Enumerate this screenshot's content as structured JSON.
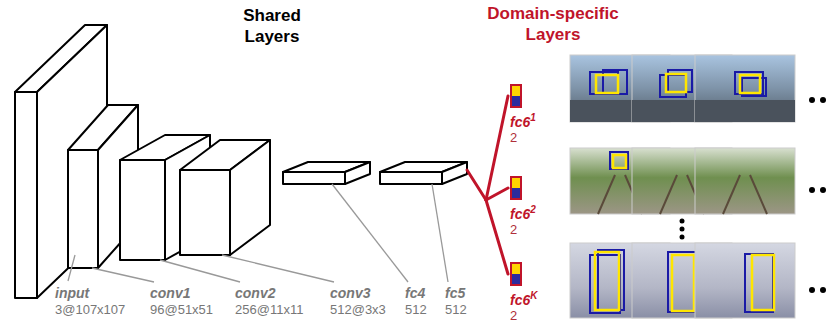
{
  "diagram": {
    "nodes": [
      {
        "text": [
          "fc6",
          "1",
          "2"
        ]
      },
      {
        "text": [
          "fc6",
          "2",
          "2"
        ]
      },
      {
        "text": [
          "fc6",
          "K",
          "2"
        ]
      }
    ],
    "labels": [
      "Shared Layers",
      "Domain-specific Layers",
      "input",
      "3@107x107",
      "conv1",
      "96@51x51",
      "conv2",
      "256@11x11",
      "conv3",
      "512@3x3",
      "fc4",
      "512",
      "fc5",
      "512"
    ]
  }
}
